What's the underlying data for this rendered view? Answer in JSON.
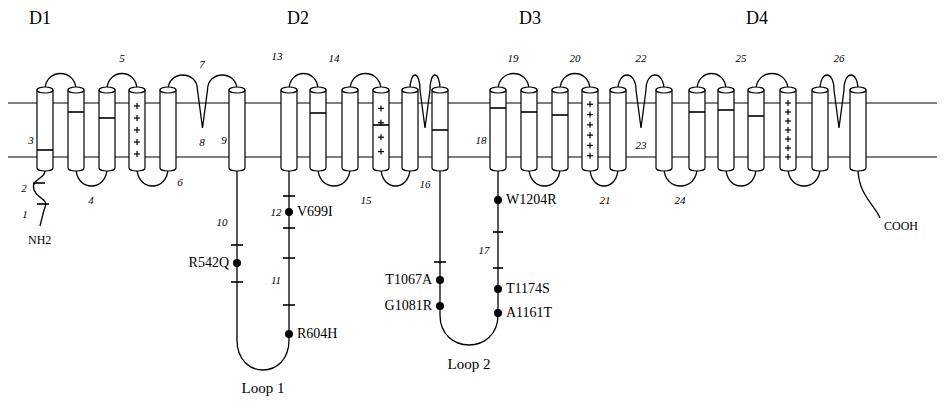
{
  "diagram": {
    "labels": [
      "D1",
      "D2",
      "D3",
      "D4",
      "1",
      "2",
      "3",
      "4",
      "5",
      "6",
      "7",
      "8",
      "9",
      "10",
      "11",
      "12",
      "13",
      "14",
      "15",
      "16",
      "17",
      "18",
      "19",
      "20",
      "21",
      "22",
      "23",
      "24",
      "25",
      "26",
      "NH2",
      "COOH",
      "R542Q",
      "R604H",
      "V699I",
      "T1067A",
      "G1081R",
      "W1204R",
      "T1174S",
      "A1161T",
      "Loop 1",
      "Loop 2"
    ]
  }
}
